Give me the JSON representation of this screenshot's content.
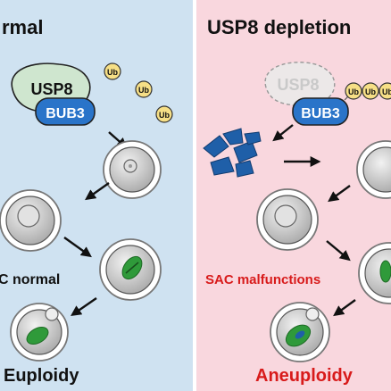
{
  "panels": {
    "left": {
      "title": "rmal",
      "bg_color": "#cfe2f1",
      "protein_top": "USP8",
      "protein_bottom": "BUB3",
      "ub_label": "Ub",
      "sac_label": "C normal",
      "outcome_label": "Euploidy",
      "sac_color": "#111111",
      "outcome_color": "#111111"
    },
    "right": {
      "title": "USP8 depletion",
      "bg_color": "#f9d7de",
      "protein_top": "USP8",
      "protein_bottom": "BUB3",
      "ub_label": "Ub",
      "sac_label": "SAC malfunctions",
      "outcome_label": "Aneuploidy",
      "sac_color": "#d81b1b",
      "outcome_color": "#d81b1b"
    }
  },
  "colors": {
    "usp8_fill": "#cfe6cf",
    "bub3_fill": "#2a74c9",
    "ub_fill": "#f6df86",
    "cell_fill": "#c9c9c9",
    "chromosome_green": "#2f9a3a",
    "fragment_blue": "#1f5fa8"
  }
}
